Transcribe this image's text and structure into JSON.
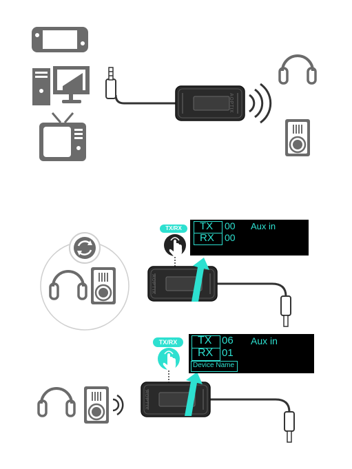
{
  "brand": "AOPTIX",
  "devices_top": [
    "game-console",
    "desktop-computer",
    "tv",
    "headphones",
    "speaker"
  ],
  "button_label": "TX/RX",
  "screen1": {
    "tx_label": "TX",
    "tx_value": "00",
    "rx_label": "RX",
    "rx_value": "00",
    "source": "Aux in"
  },
  "screen2": {
    "tx_label": "TX",
    "tx_value": "06",
    "rx_label": "RX",
    "rx_value": "01",
    "source": "Aux in",
    "device_name": "Device Name"
  },
  "colors": {
    "accent": "#2de0d0",
    "icon": "#6b6b6b",
    "device": "#333333"
  }
}
